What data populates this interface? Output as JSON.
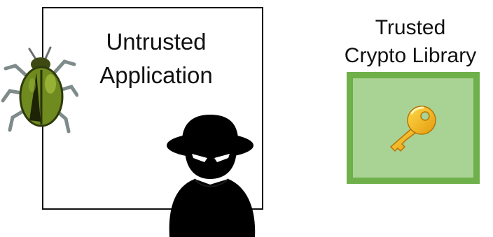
{
  "untrusted": {
    "line1": "Untrusted",
    "line2": "Application",
    "bug_icon": "bug-icon",
    "attacker_icon": "hooded-spy-icon"
  },
  "trusted": {
    "line1": "Trusted",
    "line2": "Crypto Library",
    "key_icon": "key-icon",
    "fill_color": "#a9d394",
    "border_color": "#6fb04a"
  }
}
